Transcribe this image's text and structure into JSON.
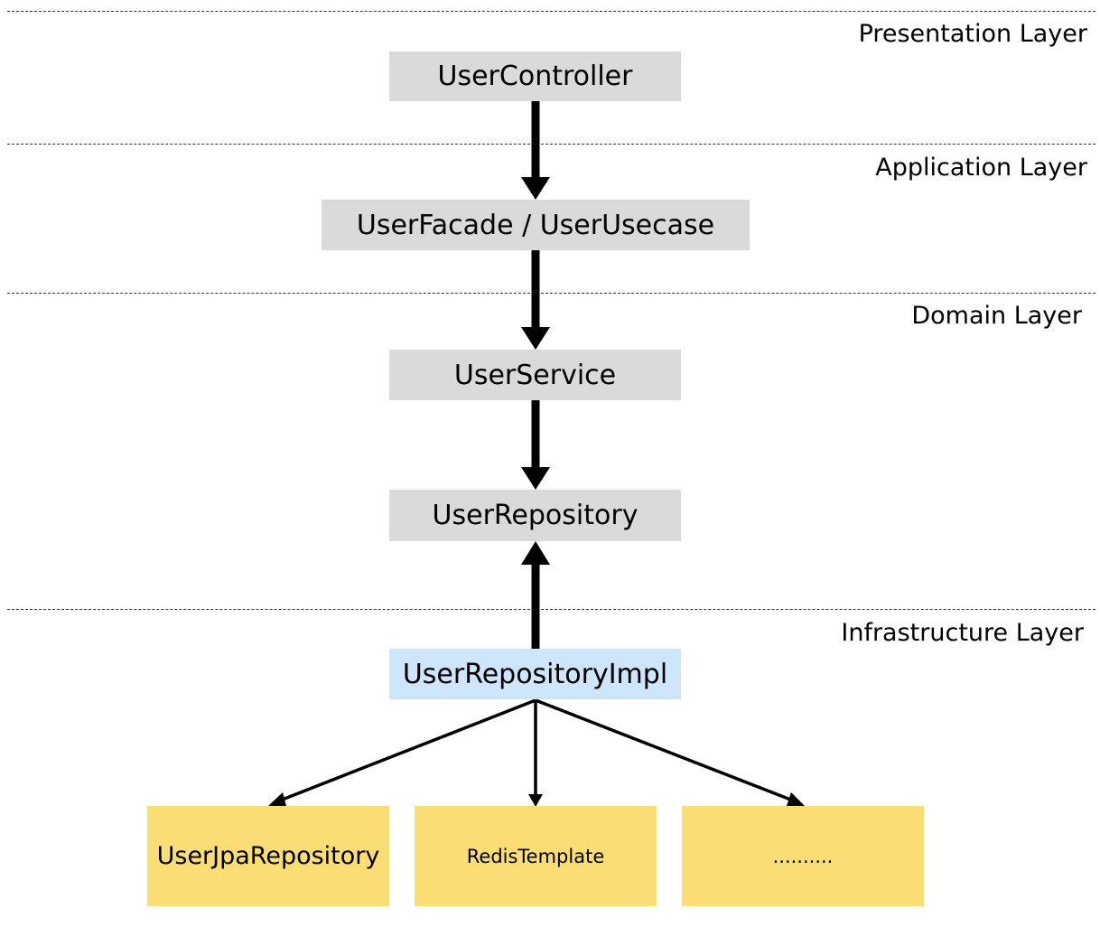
{
  "layers": [
    {
      "id": "presentation",
      "label": "Presentation Layer"
    },
    {
      "id": "application",
      "label": "Application Layer"
    },
    {
      "id": "domain",
      "label": "Domain Layer"
    },
    {
      "id": "infrastructure",
      "label": "Infrastructure Layer"
    }
  ],
  "nodes": {
    "user_controller": "UserController",
    "user_facade": "UserFacade / UserUsecase",
    "user_service": "UserService",
    "user_repository": "UserRepository",
    "user_repository_impl": "UserRepositoryImpl",
    "user_jpa_repository": "UserJpaRepository",
    "redis_template": "RedisTemplate",
    "others": ".........."
  },
  "colors": {
    "layer_box": "#dadada",
    "impl_box": "#cde6fb",
    "adapter_box": "#fade75",
    "arrow": "#000000"
  }
}
